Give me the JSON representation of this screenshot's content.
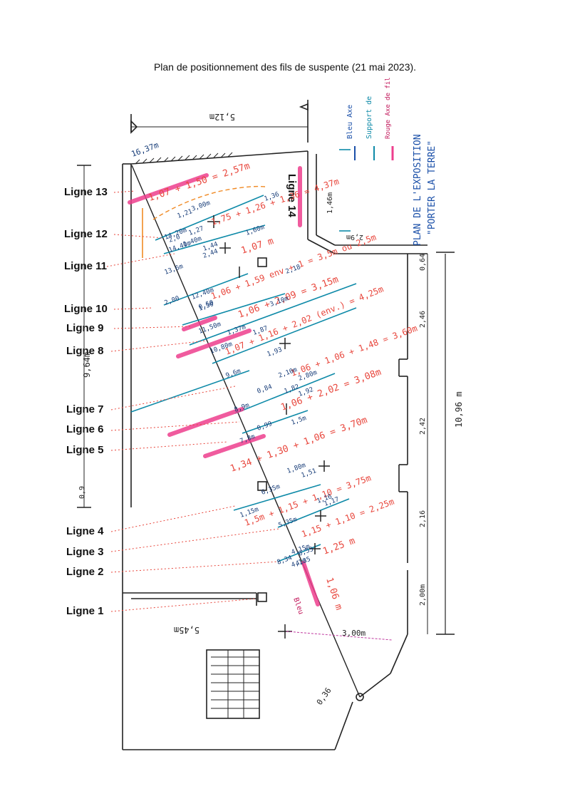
{
  "title": "Plan de positionnement des fils de suspente (21 mai 2023).",
  "colors": {
    "blue": "#1a4fa8",
    "teal": "#0e8aa8",
    "pink": "#ee3f8e",
    "red_text": "#e8463c",
    "orange": "#f08a24",
    "dark": "#222222",
    "highlight": "#fff3b0"
  },
  "lignes": [
    {
      "id": "13",
      "label": "Ligne 13"
    },
    {
      "id": "12",
      "label": "Ligne 12"
    },
    {
      "id": "11",
      "label": "Ligne 11"
    },
    {
      "id": "10",
      "label": "Ligne 10"
    },
    {
      "id": "9",
      "label": "Ligne 9"
    },
    {
      "id": "8",
      "label": "Ligne 8"
    },
    {
      "id": "7",
      "label": "Ligne 7"
    },
    {
      "id": "6",
      "label": "Ligne 6"
    },
    {
      "id": "5",
      "label": "Ligne 5"
    },
    {
      "id": "4",
      "label": "Ligne 4"
    },
    {
      "id": "3",
      "label": "Ligne 3"
    },
    {
      "id": "2",
      "label": "Ligne 2"
    },
    {
      "id": "1",
      "label": "Ligne 1"
    }
  ],
  "ligne14": "Ligne 14",
  "legend": {
    "blue": "Bleu Axe",
    "teal": "Support de",
    "pink": "Rouge Axe de fil"
  },
  "side_title": [
    "PLAN DE L'EXPOSITION",
    "\"PORTER LA TERRE\""
  ],
  "formulas": [
    "1,07 + 1,50 = 2,57m",
    "1,75 + 1,26 + 1,36 = 4,37m",
    "1,07 m",
    "1,06 + 1,59 env + 1 = 3,5m ou 2,5m",
    "1,06 + 2,09 = 3,15m",
    "1,07 + 1,16 + 2,02 (env.) = 4,25m",
    "1,06 + 1,06 + 1,48 = 3,60m",
    "1,06 + 2,02 = 3,08m",
    "1,34 + 1,30 + 1,06 = 3,70m",
    "1,5m + 1,15 + 1,10 = 3,75m",
    "1,15 + 1,10 = 2,25m",
    "1,25 m",
    "1,06 m"
  ],
  "dimensions": {
    "top_left": "16,37m",
    "top": "5,12m",
    "left_height": "9,64m",
    "right_total": "10,96 m",
    "seg_a": "0,64",
    "seg_b": "2,46",
    "seg_c": "2,42",
    "seg_d": "2,16",
    "seg_e": "2,00m",
    "bottom": "5,45m",
    "bottom_right": "3,00m",
    "bottom_corner": "0,36",
    "room_side": "1,46m",
    "room_top": "2,9m",
    "room_tag": "0,9"
  },
  "axis_marks": [
    "14,20m",
    "14,40m",
    "13,6m",
    "12,40m",
    "11,50m",
    "10,80m",
    "9,6m",
    "8,9m",
    "7,8m",
    "6,35m",
    "5,35m",
    "4,15m",
    "4,1m",
    "2,00",
    "8,34",
    "0,84",
    "0,99",
    "1,50",
    "1,21",
    "3,00m",
    "1,60m",
    "1,80m",
    "1,5m",
    "2,10m",
    "1,15m",
    "3,10m",
    "1,40m",
    "2,44",
    "1,37m",
    "1,87",
    "1,93",
    "1,82",
    "1,92",
    "1,51",
    "1,17",
    "1,16",
    "0,53",
    "1,44",
    "1,36",
    "0,50",
    "4,35",
    "2,18",
    "1,27",
    "2,0",
    "2,80m"
  ],
  "bleu_note": "Bleu"
}
